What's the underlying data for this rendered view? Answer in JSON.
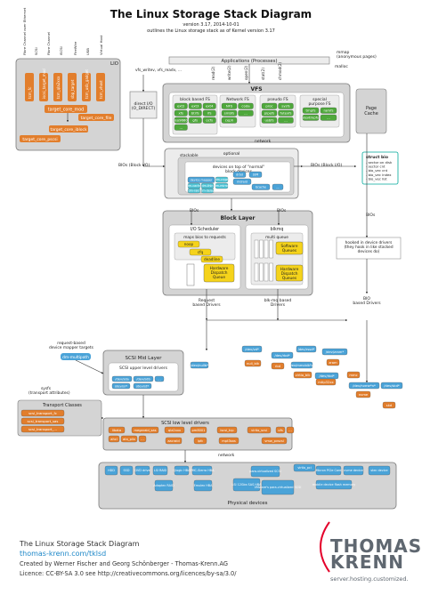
{
  "header": {
    "title": "The Linux Storage Stack Diagram",
    "version_line": "version 3.17, 2014-10-01",
    "subtitle": "outlines the Linux storage stack as of Kernel version 3.17"
  },
  "colors": {
    "orange": "#e27e2c",
    "blue": "#4aa3d8",
    "green": "#4ea83b",
    "yellow": "#f5d31b",
    "cyan": "#4ec4d6",
    "gray_box": "#d4d4d4",
    "light_box": "#ececec",
    "frame": "#7a7a7a",
    "accent_teal": "#00a89a"
  },
  "lio": {
    "title": "LIO",
    "fabrics": [
      "Fibre Channel over Ethernet",
      "SCSI",
      "Fibre Channel",
      "iSCSI",
      "FireWire",
      "USB",
      "Virtual Host"
    ],
    "modules": [
      "tcm_fc",
      "iscsi_target_mod",
      "tcm_qla2xxx",
      "sbp_target",
      "tcm_usb_gadget",
      "tcm_vhost"
    ],
    "core": "target_core_mod",
    "backends": [
      "target_core_file",
      "target_core_iblock",
      "target_core_pscsi"
    ]
  },
  "top_labels": {
    "applications": "Applications (Processes)",
    "mmap": "mmap\n(anonymous pages)",
    "malloc": "malloc",
    "syscalls": [
      "read(2)",
      "write(2)",
      "open(2)",
      "stat(2)",
      "chmod(2)"
    ],
    "vfs_calls": "vfs_writev, vfs_readv, ...",
    "direct_io": "direct I/O\n(O_DIRECT)"
  },
  "vfs": {
    "title": "VFS",
    "block_fs": {
      "title": "block based FS",
      "items": [
        "ext2",
        "ext3",
        "ext4",
        "xfs",
        "btrfs",
        "ifs",
        "iso9660",
        "gfs",
        "ocfs",
        "..."
      ]
    },
    "network_fs": {
      "title": "Network FS",
      "items": [
        "NFS",
        "coda",
        "smbfs",
        "...",
        "ceph"
      ]
    },
    "pseudo_fs": {
      "title": "pseudo FS",
      "items": [
        "proc",
        "sysfs",
        "pipefs",
        "futexfs",
        "usbfs",
        "..."
      ]
    },
    "special_fs": {
      "title": "special purpose FS",
      "items": [
        "tmpfs",
        "ramfs",
        "devtmpfs",
        "..."
      ]
    },
    "page_cache": "Page Cache",
    "network": "network"
  },
  "stackable": {
    "optional": "optional",
    "stackable": "stackable",
    "title": "devices on top of \"normal\" block devices",
    "items": [
      "drbd",
      "LVM",
      "device mapper",
      "mdraid",
      "bcache",
      "dm-crypt",
      "dm-mirror",
      "dm-cache",
      "dm-thin",
      "dm-raid",
      "dm-delay",
      "..."
    ],
    "bios_left": "BIOs (Block I/O)",
    "bios_right": "BIOs (Block I/O)",
    "struct_bio_title": "struct bio",
    "struct_bio_lines": [
      "- sector on disk",
      "- sector cnt",
      "- bio_vec cnt",
      "- bio_vec index",
      "- bio_vec list"
    ]
  },
  "block_layer": {
    "title": "Block Layer",
    "bios_a": "BIOs",
    "bios_b": "BIOs",
    "bios_c": "BIOs",
    "io_scheduler": "I/O Scheduler",
    "maps_bios": "maps bios to requests",
    "schedulers": [
      "noop",
      "cfq",
      "deadline"
    ],
    "hw_dispatch": "Hardware Dispatch Queue",
    "blkmq": "blkmq",
    "multi_queue": "multi queue",
    "sw_queues": "Software Queues",
    "hw_dispatch_queues": "Hardware Dispatch Queues",
    "hooked": "hooked in device drivers (they hook in like stacked devices do)",
    "request_based": "Request based Drivers",
    "blkmq_based": "blk-mq based Drivers",
    "bio_based": "BIO based Drivers"
  },
  "drivers": {
    "request_based_dm": "request-based device mapper targets",
    "dm_multipath": "dm-multipath",
    "nvme_nodes": [
      "/dev/nullb*",
      "/dev/vd*",
      "/dev/rssd*",
      "/dev/nvme*n*",
      "/dev/skd*"
    ],
    "scsi_mid_layer": "SCSI Mid Layer",
    "scsi_upper": "SCSI upper level drivers",
    "upper_nodes": [
      "/dev/sda",
      "/dev/sdb",
      "...",
      "/dev/sr*",
      "/dev/st*"
    ],
    "misc_nodes": [
      "/dev/zram*",
      "/dev/rbd*",
      "/dev/mmcblk*p*",
      "/dev/rbd*"
    ],
    "misc_drivers": [
      "null_blk",
      "virtio_blk",
      "mtip32xx",
      "nvme",
      "skd",
      "zram",
      "rbd",
      "mmc"
    ],
    "sysfs": "sysfs (transport attributes)",
    "transport_title": "Transport Classes",
    "transports": [
      "scsi_transport_fc",
      "scsi_transport_sas",
      "scsi_transport_..."
    ],
    "scsi_low": "SCSI low level drivers",
    "low_items": [
      "libata",
      "megaraid_sas",
      "qla2xxx",
      "pm8001",
      "iscsi_tcp",
      "virtio_scsi",
      "ufs",
      "...",
      "ahci",
      "ata_piix",
      "...",
      "aacraid",
      "lpfc",
      "mpt3sas",
      "vmw_pvscsi"
    ],
    "network_label": "network"
  },
  "physical": {
    "title": "Physical devices",
    "devices": [
      "HDD",
      "SSD",
      "DVD drive",
      "LSI RAID",
      "Qlogic HBA",
      "PMC-Sierra HBA",
      "Adaptec RAID",
      "Emulex HBA",
      "LSI 12Gbs SAS HBA",
      "para-virtualized SCSI",
      "VMware's para-virtualized SCSI",
      "virtio_pci",
      "Micron PCIe Card",
      "nvme device",
      "stec device",
      "mobile device flash memory"
    ]
  },
  "footer": {
    "title": "The Linux Storage Stack Diagram",
    "link": "thomas-krenn.com/tklsd",
    "credits": "Created by Werner Fischer and Georg Schönberger - Thomas-Krenn.AG",
    "licence": "Licence: CC-BY-SA 3.0 see http://creativecommons.org/licences/by-sa/3.0/",
    "logo_line1": "THOMAS",
    "logo_line2": "KRENN",
    "logo_tagline": "server.hosting.customized."
  }
}
